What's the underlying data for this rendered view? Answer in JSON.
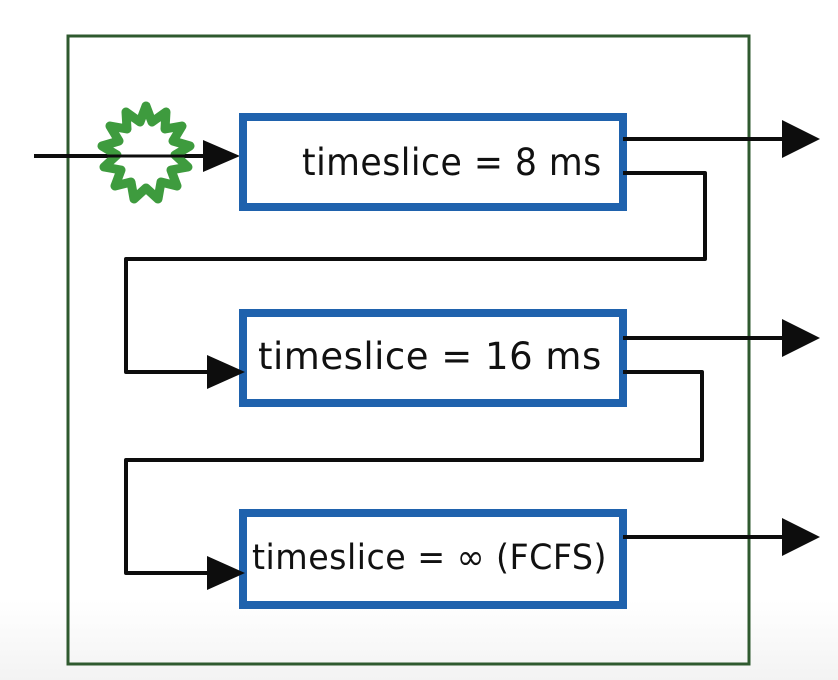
{
  "queues": [
    {
      "label": "timeslice = 8 ms"
    },
    {
      "label": "timeslice = 16 ms"
    },
    {
      "label": "timeslice = ∞ (FCFS)"
    }
  ],
  "colors": {
    "frame": "#2f5a2f",
    "queue_border": "#1f62ad",
    "arrow": "#0d0d0d",
    "entry_marker": "#3e9b3e"
  },
  "icons": {
    "entry_marker": "green-starburst-icon"
  }
}
